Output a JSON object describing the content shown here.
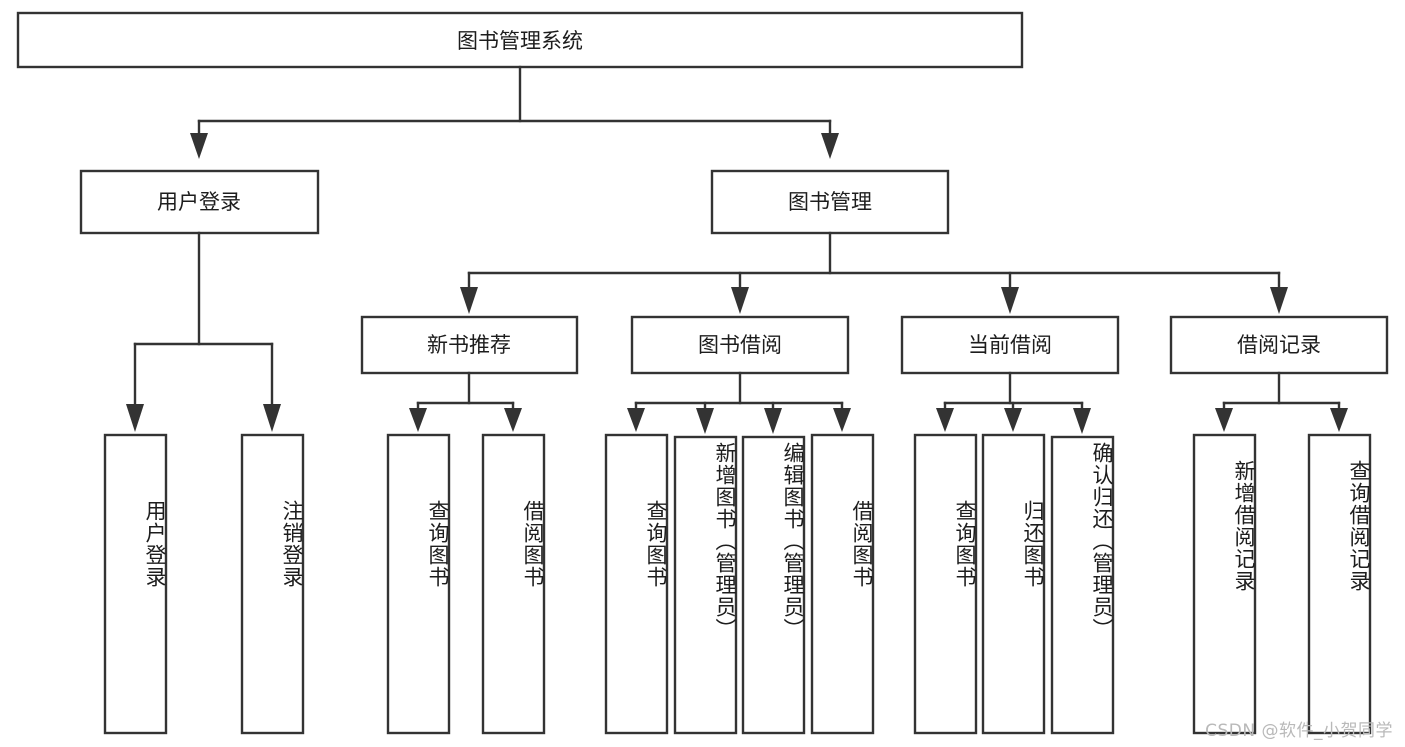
{
  "diagram": {
    "title_node": {
      "label": "图书管理系统"
    },
    "level2": [
      {
        "id": "user-login",
        "label": "用户登录"
      },
      {
        "id": "book-manage",
        "label": "图书管理"
      }
    ],
    "level3": [
      {
        "id": "new-book-recommend",
        "label": "新书推荐"
      },
      {
        "id": "book-borrow",
        "label": "图书借阅"
      },
      {
        "id": "current-borrow",
        "label": "当前借阅"
      },
      {
        "id": "borrow-record",
        "label": "借阅记录"
      }
    ],
    "leaves": {
      "user_login": [
        {
          "id": "leaf-user-login",
          "label": "用户登录"
        },
        {
          "id": "leaf-logout",
          "label": "注销登录"
        }
      ],
      "new_book_recommend": [
        {
          "id": "leaf-query-book-1",
          "label": "查询图书"
        },
        {
          "id": "leaf-borrow-book-1",
          "label": "借阅图书"
        }
      ],
      "book_borrow": [
        {
          "id": "leaf-query-book-2",
          "label": "查询图书"
        },
        {
          "id": "leaf-add-book",
          "label": "新增图书（管理员）"
        },
        {
          "id": "leaf-edit-book",
          "label": "编辑图书（管理员）"
        },
        {
          "id": "leaf-borrow-book-2",
          "label": "借阅图书"
        }
      ],
      "current_borrow": [
        {
          "id": "leaf-query-book-3",
          "label": "查询图书"
        },
        {
          "id": "leaf-return-book",
          "label": "归还图书"
        },
        {
          "id": "leaf-confirm-return",
          "label": "确认归还（管理员）"
        }
      ],
      "borrow_record": [
        {
          "id": "leaf-add-record",
          "label": "新增借阅记录"
        },
        {
          "id": "leaf-query-record",
          "label": "查询借阅记录"
        }
      ]
    },
    "watermark": "CSDN @软件_小贺同学",
    "colors": {
      "stroke": "#333333",
      "fill": "#ffffff",
      "text": "#1d1d1d",
      "watermark": "#b9b9b9",
      "background": "#ffffff"
    }
  }
}
